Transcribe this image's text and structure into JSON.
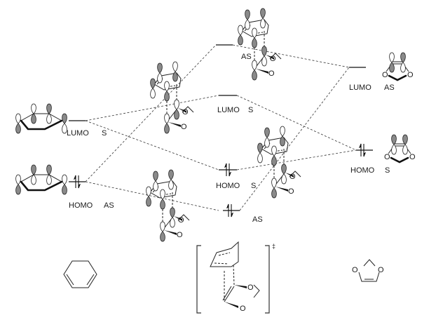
{
  "figure": {
    "type": "frontier molecular orbital correlation diagram",
    "reactants": {
      "left": {
        "name": "cyclohexadiene",
        "levels": [
          {
            "id": "diene-lumo",
            "label": "LUMO",
            "symmetry": "S",
            "occupied": false
          },
          {
            "id": "diene-homo",
            "label": "HOMO",
            "symmetry": "AS",
            "occupied": true
          }
        ]
      },
      "right": {
        "name": "1,3-dioxole",
        "levels": [
          {
            "id": "dieno-lumo",
            "label": "LUMO",
            "symmetry": "AS",
            "occupied": false
          },
          {
            "id": "dieno-homo",
            "label": "HOMO",
            "symmetry": "S",
            "occupied": true
          }
        ]
      }
    },
    "transition_state_levels": [
      {
        "id": "ts-1",
        "label": "",
        "symmetry": "AS",
        "occupied": false
      },
      {
        "id": "ts-2",
        "label": "LUMO",
        "symmetry": "S",
        "occupied": false
      },
      {
        "id": "ts-3",
        "label": "HOMO",
        "symmetry": "S",
        "occupied": true
      },
      {
        "id": "ts-4",
        "label": "",
        "symmetry": "AS",
        "occupied": true
      }
    ],
    "correlations": [
      [
        "diene-lumo",
        "ts-2"
      ],
      [
        "diene-lumo",
        "ts-3"
      ],
      [
        "diene-homo",
        "ts-1"
      ],
      [
        "diene-homo",
        "ts-4"
      ],
      [
        "dieno-lumo",
        "ts-1"
      ],
      [
        "dieno-lumo",
        "ts-4"
      ],
      [
        "dieno-homo",
        "ts-2"
      ],
      [
        "dieno-homo",
        "ts-3"
      ]
    ],
    "transition_state_marker": "‡",
    "oxygen_symbol": "O"
  },
  "labels": {
    "diene_lumo": "LUMO",
    "diene_lumo_sym": "S",
    "diene_homo": "HOMO",
    "diene_homo_sym": "AS",
    "ts1_sym": "AS",
    "ts2_label": "LUMO",
    "ts2_sym": "S",
    "ts3_label": "HOMO",
    "ts3_sym": "S",
    "ts4_sym": "AS",
    "dieno_lumo": "LUMO",
    "dieno_lumo_sym": "AS",
    "dieno_homo": "HOMO",
    "dieno_homo_sym": "S",
    "double_dagger": "‡",
    "O": "O"
  }
}
